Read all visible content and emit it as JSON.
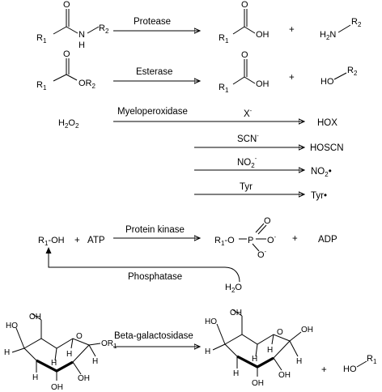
{
  "reactions": {
    "protease": {
      "enzyme": "Protease",
      "r1": "R",
      "r1_sub": "1",
      "nh": "N",
      "h": "H",
      "r2": "R",
      "r2_sub": "2",
      "o": "O",
      "acid_r": "R",
      "acid_r_sub": "1",
      "acid_oh": "OH",
      "acid_o": "O",
      "plus": "+",
      "amine_h2": "H",
      "amine_h2_sub": "2",
      "amine_n": "N",
      "amine_r": "R",
      "amine_r_sub": "2"
    },
    "esterase": {
      "enzyme": "Esterase",
      "r1": "R",
      "r1_sub": "1",
      "or2": "OR",
      "or2_sub": "2",
      "o_single": "O",
      "o_double": "O",
      "acid_r": "R",
      "acid_r_sub": "1",
      "acid_oh": "OH",
      "acid_o": "O",
      "plus": "+",
      "alcohol_ho": "HO",
      "alcohol_r": "R",
      "alcohol_r_sub": "2"
    },
    "myeloperoxidase": {
      "enzyme": "Myeloperoxidase",
      "substrate": "H",
      "substrate_sub": "2",
      "substrate_o": "O",
      "substrate_sub2": "2",
      "branches": [
        {
          "reagent": "X",
          "reagent_sup": "-",
          "product": "HOX",
          "product_sup": ""
        },
        {
          "reagent": "SCN",
          "reagent_sup": "-",
          "product": "HOSCN",
          "product_sup": ""
        },
        {
          "reagent": "NO",
          "reagent_sub": "2",
          "reagent_sup": "-",
          "product": "NO",
          "product_sub": "2",
          "product_sup": "•"
        },
        {
          "reagent": "Tyr",
          "reagent_sup": "",
          "product": "Tyr",
          "product_sup": "•"
        }
      ]
    },
    "kinase": {
      "enzyme": "Protein kinase",
      "substrate": "R",
      "substrate_sub": "1",
      "substrate_oh": "-OH",
      "plus1": "+",
      "atp": "ATP",
      "product_r": "R",
      "product_r_sub": "1",
      "product_o": "-O",
      "product_p": "P",
      "product_o_top": "O",
      "product_o_right": "O",
      "product_o_right_sup": "-",
      "product_o_bottom": "O",
      "product_o_bottom_sup": "-",
      "plus2": "+",
      "adp": "ADP",
      "reverse_enzyme": "Phosphatase",
      "water": "H",
      "water_sub": "2",
      "water_o": "O"
    },
    "galactosidase": {
      "enzyme": "Beta-galactosidase",
      "substrate_labels": [
        "HO",
        "OH",
        "O",
        "H",
        "H",
        "H",
        "OH",
        "H",
        "H",
        "OR",
        "H"
      ],
      "substrate_r_sub": "1",
      "product_labels": [
        "HO",
        "OH",
        "O",
        "H",
        "H",
        "H",
        "OH",
        "H",
        "H",
        "OH",
        "H"
      ],
      "plus": "+",
      "alcohol_ho": "HO",
      "alcohol_r": "R",
      "alcohol_r_sub": "1"
    }
  }
}
